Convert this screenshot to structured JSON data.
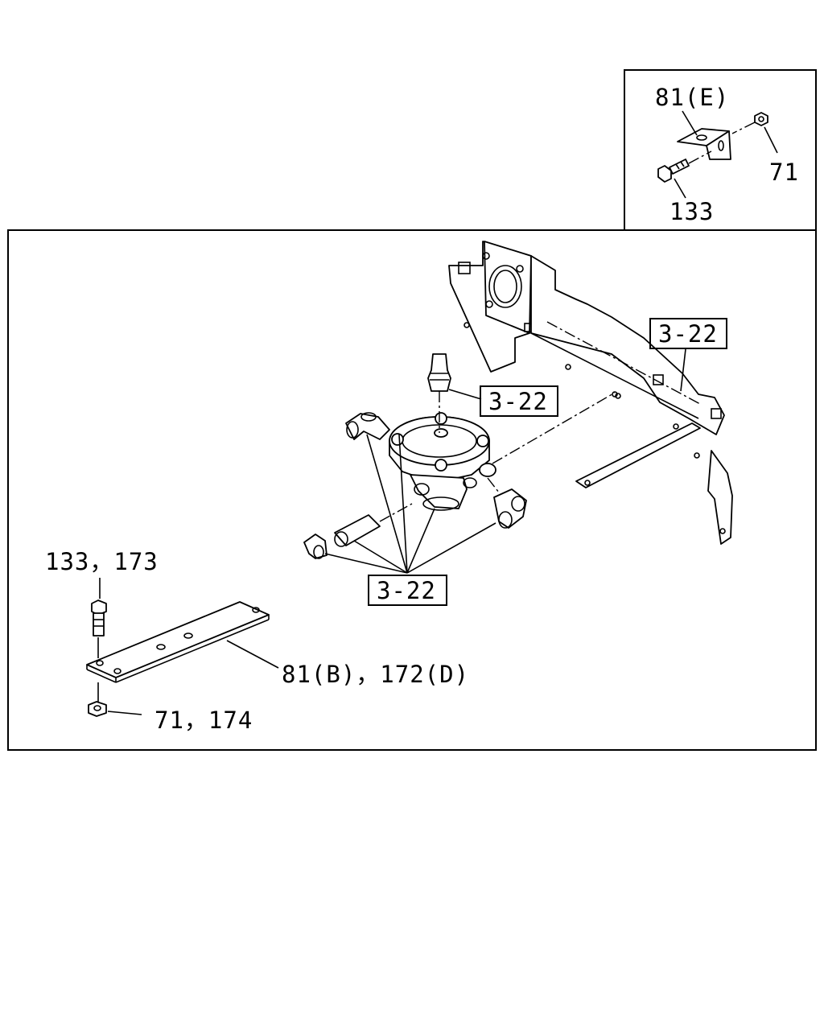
{
  "inset": {
    "label_bracket": "81(E)",
    "label_nut": "71",
    "label_bolt": "133"
  },
  "main": {
    "ref_frame": "3-22",
    "ref_fitting_top": "3-22",
    "ref_fittings_bottom": "3-22",
    "label_bolt": "133，173",
    "label_plate": "81(B)，172(D)",
    "label_nut": "71，174"
  }
}
